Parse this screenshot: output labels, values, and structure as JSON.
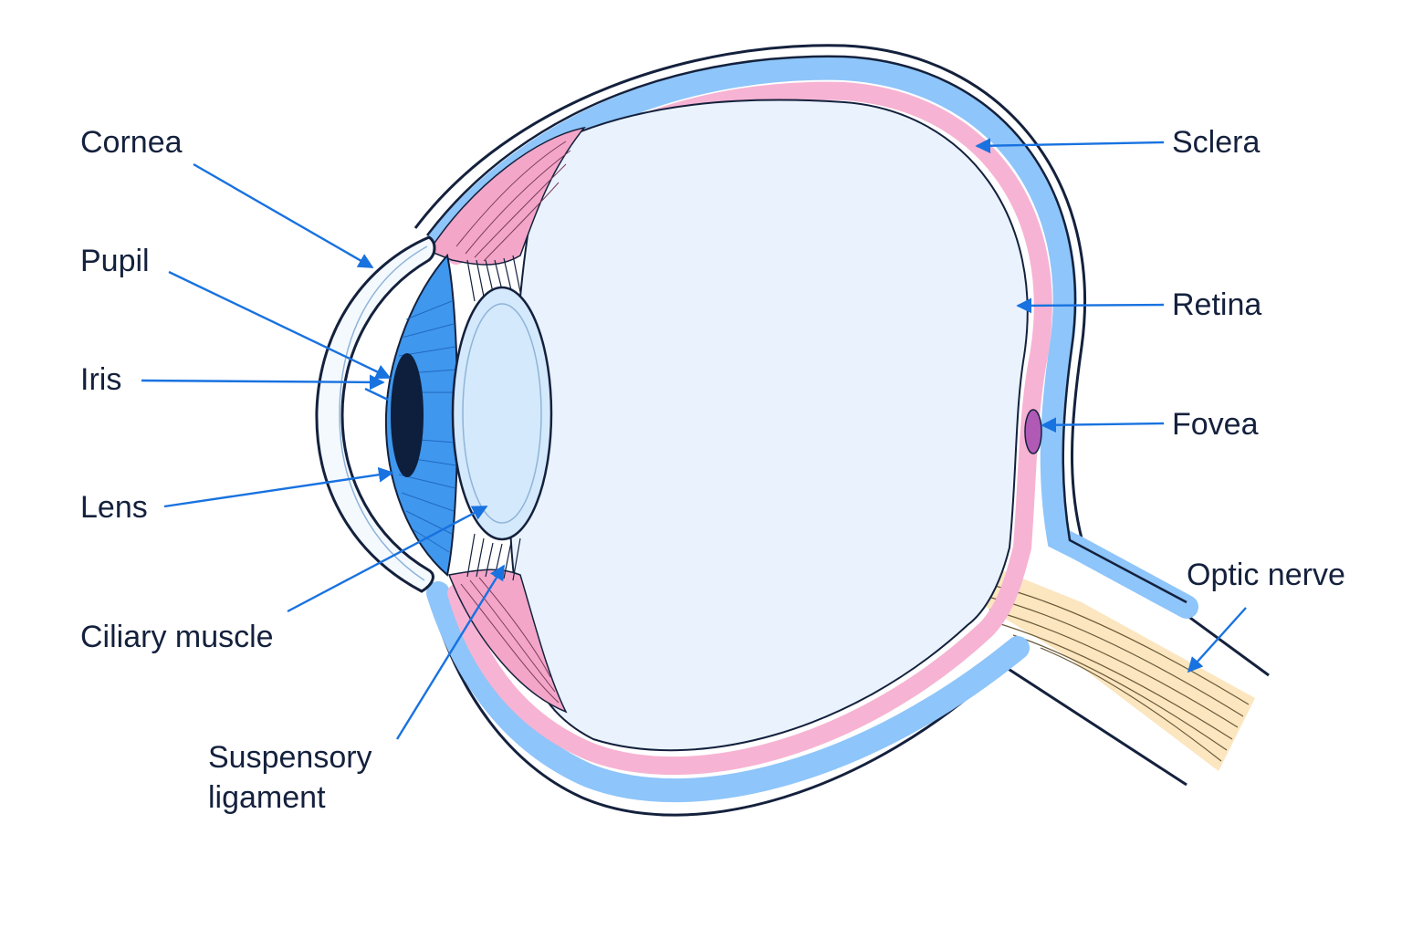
{
  "labels": {
    "cornea": "Cornea",
    "pupil": "Pupil",
    "iris": "Iris",
    "lens": "Lens",
    "ciliary_muscle": "Ciliary muscle",
    "suspensory_ligament": "Suspensory ligament",
    "sclera": "Sclera",
    "retina": "Retina",
    "fovea": "Fovea",
    "optic_nerve": "Optic nerve"
  },
  "colors": {
    "outline": "#14213d",
    "sclera_band": "#8ec5fa",
    "retina_band": "#f7b3d3",
    "vitreous": "#eaf3fd",
    "iris": "#3f97ee",
    "pupil": "#0d1f3c",
    "lens": "#d4e9fb",
    "fovea": "#b05ab6",
    "optic_nerve": "#fbe6bf",
    "leader": "#1872e0"
  }
}
